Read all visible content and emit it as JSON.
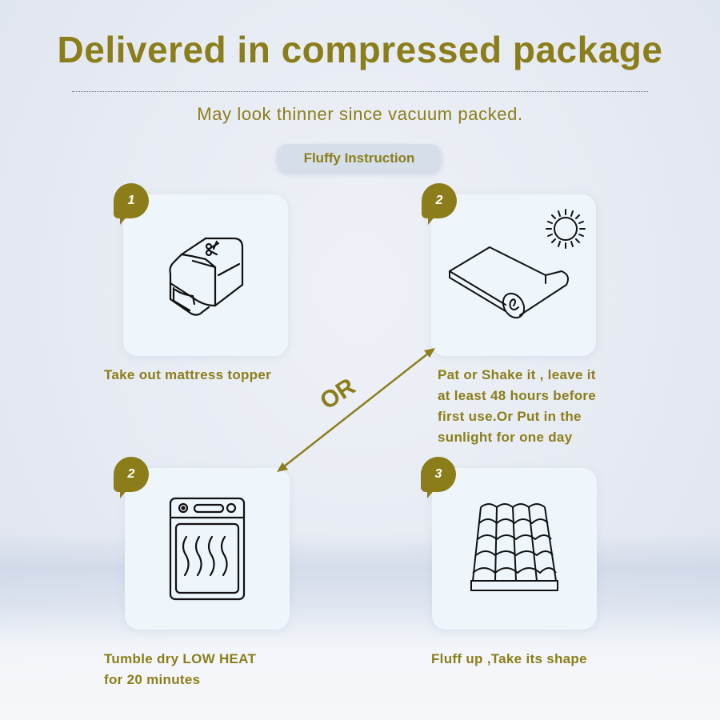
{
  "header": {
    "title": "Delivered in compressed package",
    "subtitle": "May look thinner since vacuum packed.",
    "section_pill": "Fluffy Instruction"
  },
  "steps": [
    {
      "badge": "1",
      "icon": "compressed-package-scissors-icon",
      "caption_lines": [
        "Take out mattress topper"
      ]
    },
    {
      "badge": "2",
      "icon": "rolled-topper-with-sun-icon",
      "caption_lines": [
        "Pat or Shake it , leave it",
        "at least 48 hours before",
        "first use.Or Put in the",
        "sunlight for one day"
      ]
    },
    {
      "badge": "2",
      "icon": "tumble-dryer-icon",
      "caption_lines": [
        "Tumble dry LOW HEAT",
        "for 20 minutes"
      ]
    },
    {
      "badge": "3",
      "icon": "fluffed-quilted-topper-icon",
      "caption_lines": [
        "Fluff up ,Take its shape"
      ]
    }
  ],
  "connector": {
    "label": "OR",
    "icon": "double-headed-arrow-icon"
  },
  "colors": {
    "accent": "#8b7e1a",
    "card_bg": "#eef6fb",
    "page_bg": "#e6eaf2",
    "pill_bg": "#d6deea"
  }
}
